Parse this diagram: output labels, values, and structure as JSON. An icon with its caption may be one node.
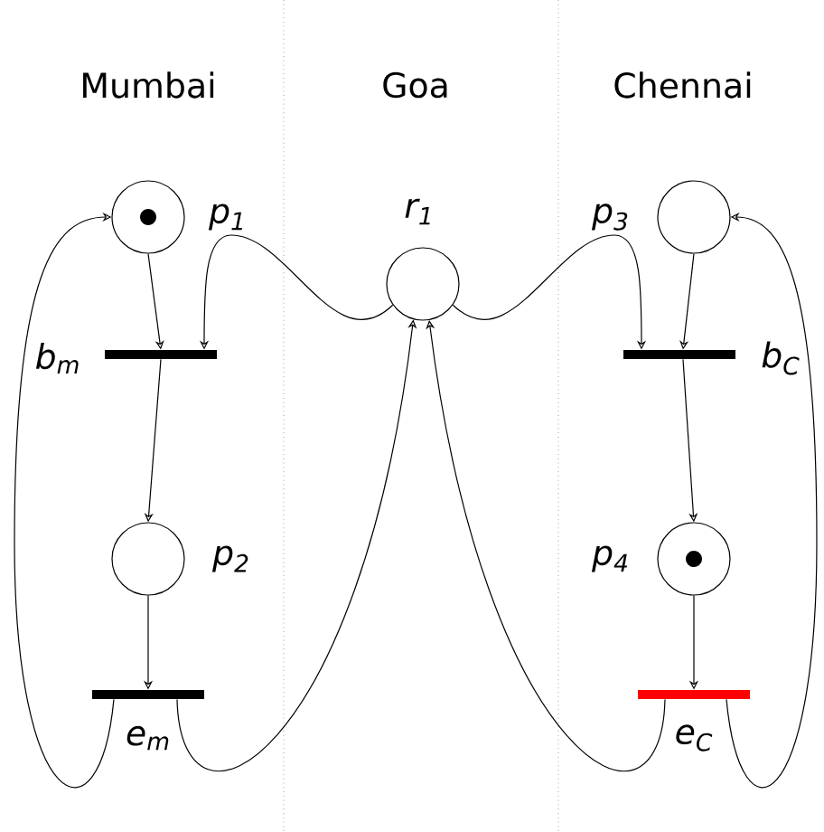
{
  "diagram": {
    "nodes": [
      {
        "text": [],
        "shape": "circle",
        "beside": [
          "p$_{1}$"
        ]
      },
      {
        "text": [],
        "shape": "circle",
        "beside": [
          "r$_{1}$"
        ]
      },
      {
        "text": [],
        "shape": "circle",
        "beside": [
          "p$_{3}$"
        ]
      },
      {
        "text": [],
        "shape": "bar",
        "beside": [
          "b$_{m}$"
        ]
      },
      {
        "text": [],
        "shape": "bar",
        "beside": [
          "b$_{C}$"
        ]
      },
      {
        "text": [],
        "shape": "circle",
        "beside": [
          "p$_{2}$"
        ]
      },
      {
        "text": [],
        "shape": "circle",
        "beside": [
          "p$_{4}$"
        ]
      },
      {
        "text": [],
        "shape": "bar",
        "beside": [
          "e$_{m}$"
        ]
      },
      {
        "text": [],
        "shape": "bar",
        "beside": [
          "e$_{C}$"
        ]
      }
    ],
    "edges": [
      {
        "from": 0,
        "to": 3,
        "arrow": "to"
      },
      {
        "from": 1,
        "to": 3,
        "arrow": "to"
      },
      {
        "from": 1,
        "to": 4,
        "arrow": "to"
      },
      {
        "from": 2,
        "to": 4,
        "arrow": "to"
      },
      {
        "from": 3,
        "to": 5,
        "arrow": "to"
      },
      {
        "from": 4,
        "to": 6,
        "arrow": "to"
      },
      {
        "from": 5,
        "to": 7,
        "arrow": "to"
      },
      {
        "from": 6,
        "to": 8,
        "arrow": "to"
      },
      {
        "from": 7,
        "to": 0,
        "arrow": "to"
      },
      {
        "from": 7,
        "to": 1,
        "arrow": "to"
      },
      {
        "from": 8,
        "to": 1,
        "arrow": "to"
      },
      {
        "from": 8,
        "to": 2,
        "arrow": "to"
      }
    ],
    "labels": [
      "Mumbai",
      "Goa",
      "Chennai"
    ]
  }
}
